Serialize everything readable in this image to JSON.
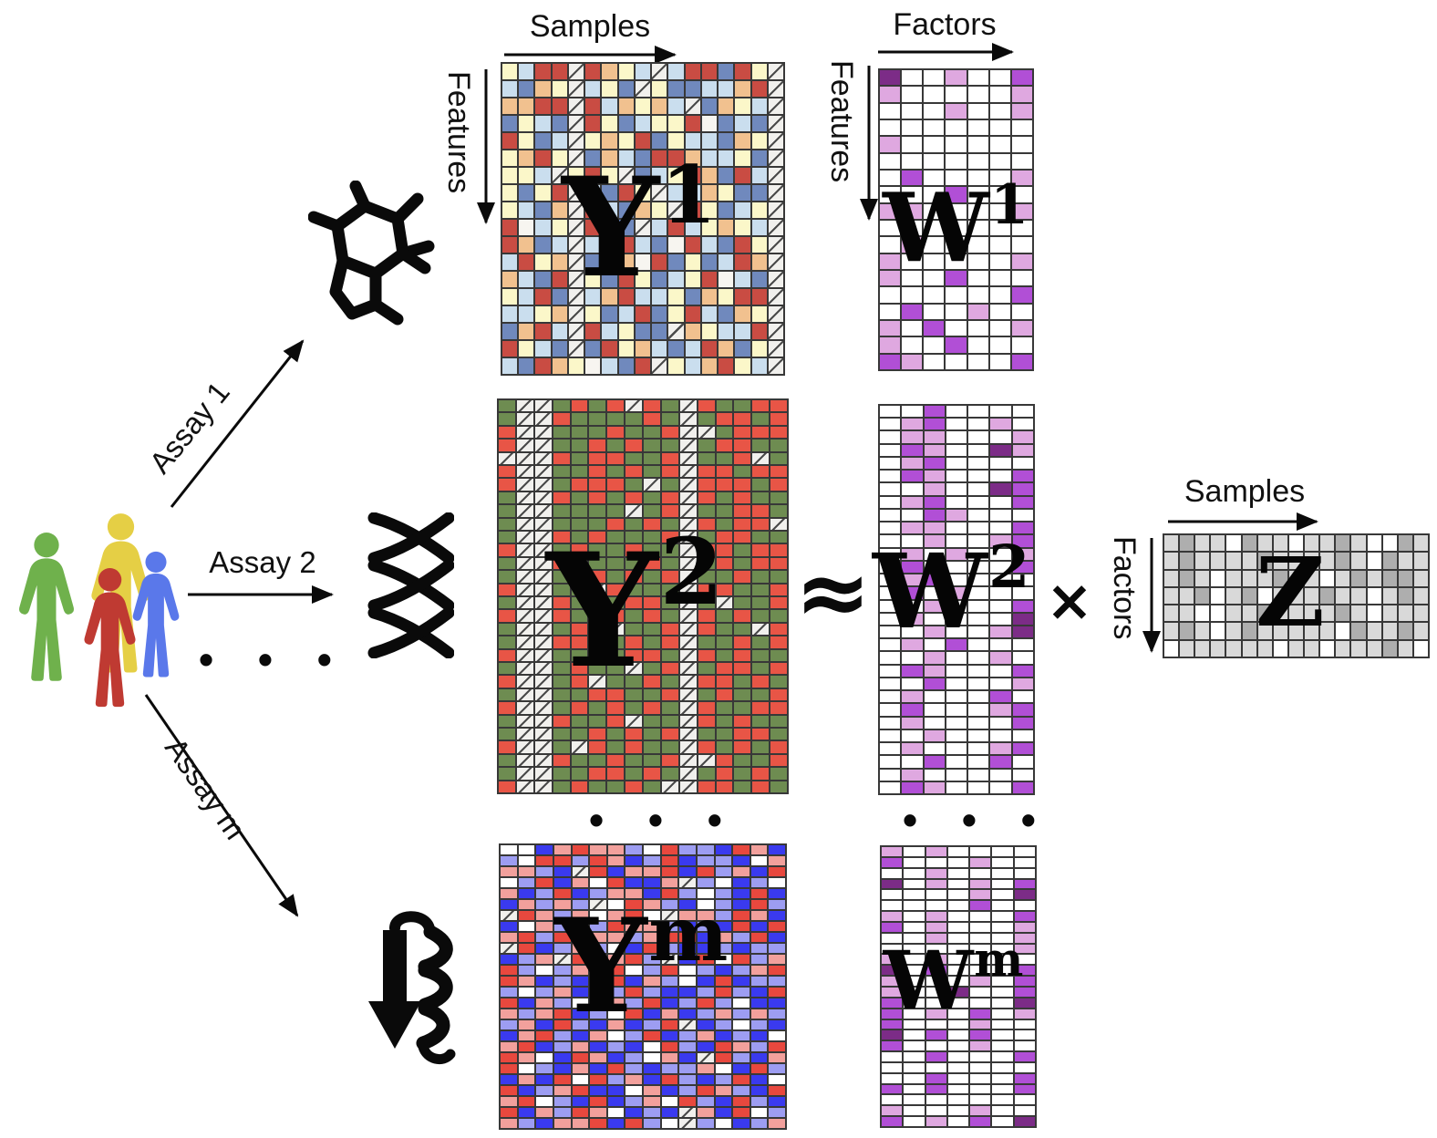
{
  "labels": {
    "samples_y1": "Samples",
    "features_y1": "Features",
    "factors_w1": "Factors",
    "features_w1": "Features",
    "samples_z": "Samples",
    "factors_z": "Factors",
    "assay1": "Assay 1",
    "assay2": "Assay 2",
    "assay_m": "Assay m"
  },
  "operators": {
    "approx": "≈",
    "times": "×"
  },
  "ellipsis": "• • •",
  "matrix_letters": {
    "y1": {
      "base": "Y",
      "sup": "1"
    },
    "w1": {
      "base": "W",
      "sup": "1"
    },
    "y2": {
      "base": "Y",
      "sup": "2"
    },
    "w2": {
      "base": "W",
      "sup": "2"
    },
    "ym": {
      "base": "Y",
      "sup": "m"
    },
    "wm": {
      "base": "W",
      "sup": "m"
    },
    "z": {
      "base": "Z",
      "sup": ""
    }
  },
  "icons": {
    "cohort": "people-icon",
    "assay1": "molecule-icon",
    "assay2": "dna-helix-icon",
    "assay_m": "protein-icon"
  },
  "colors": {
    "person_green": "#6fb14c",
    "person_yellow": "#e5cf45",
    "person_red": "#bf3a32",
    "person_blue": "#5a78ea",
    "arrow_black": "#0a0a0a"
  },
  "matrices": {
    "y1": {
      "cols": 17,
      "palette": {
        "r": "#c94c43",
        "o": "#f1c18f",
        "y": "#fbf7c9",
        "b": "#cadeee",
        "s": "#7089bd",
        "w": "#f7f5f0",
        "m": "hatch"
      },
      "rows": [
        "ybrrmroybmbrrsrym",
        "bsoymbysmyssbborm",
        "oorrmrboyobmsoybm",
        "sybsmrysbyyrwsbsm",
        "rysbmyoyrsybbsoym",
        "yorymsobsrrobbysm",
        "yybmyrymsbyrosrbm",
        "ysyrmbsrymbboyssm",
        "ybsomrbsoymrysbym",
        "rwbymrssmbrbyoybm",
        "rosbmbyrbswrbsrym",
        "bryomsbowrsysbrom",
        "obsrmysrysbyrwbsm",
        "ybrsmborbbysoyrrm",
        "bbyomysbrsyrbsoym",
        "sorbmrbyssmoybbrm",
        "rybsmsryobsbrosym",
        "bsroywbsrmyborybm"
      ]
    },
    "w1": {
      "cols": 7,
      "palette": {
        "w": "#ffffff",
        "L": "#dfa8e0",
        "M": "#b14fd6",
        "D": "#7c2c87"
      },
      "rows": [
        "DwwLwwM",
        "LwwwwwL",
        "wwwLwwL",
        "wwwwwww",
        "Lwwwwww",
        "wwwwwww",
        "wMwwwwL",
        "wwwMwww",
        "LLwwwwL",
        "wwwwwww",
        "wLwwwww",
        "LwwwwwL",
        "LwwMwww",
        "wwwwwwM",
        "wMwwLww",
        "LwMwwwL",
        "LwwMwww",
        "MLwwwwM"
      ]
    },
    "y2": {
      "cols": 16,
      "palette": {
        "g": "#6e8c51",
        "r": "#e85546",
        "m": "hatch"
      },
      "rows": [
        "gmmgrgrmrgmrggrr",
        "gmmrggggrgmgrrgr",
        "rmmgggrggrmmgrrr",
        "rmmggrgrggmgrrgg",
        "mmmrgrrggrmggrmg",
        "rmmggrgrgrmrrgrr",
        "rmmgrrrgmgmrrrgr",
        "gmmrgrgrgrmrgrgg",
        "gmmggggmgrmggrrg",
        "gmmgggrgrgmrgrrm",
        "gmmrgrgggrmgrrgg",
        "rmmgrggrggmrrgrr",
        "gmmrmgggrgmgrgrr",
        "gmmgrrgrgrmggrgg",
        "rmmggmrgggmrrggr",
        "gmmrgggrrgmgmggr",
        "rmmrggrgrgmrgrgg",
        "gmmgrgmggrmrggmr",
        "gmmrrggrgrmggrgr",
        "rmmggrgrrgmrgrgg",
        "gmmgrggmgrmgrrgr",
        "rmmgrmggrgmrrgrg",
        "gmmggrrggrmgrggr",
        "rmmgrgrgrgmrggrr",
        "gmmrggrmggmrgrgg",
        "gmmggrgrgrmggrrg",
        "rmmgmrgrggmrgrgr",
        "gmmrggrggrmmrggr",
        "gmmggrrgrgmgrgrg",
        "rmmgrggrgmmrrgrg"
      ]
    },
    "w2": {
      "cols": 7,
      "palette": {
        "w": "#ffffff",
        "L": "#dfa8e0",
        "M": "#b14fd6",
        "D": "#7c2c87"
      },
      "rows": [
        "wwMwwww",
        "wLMwwLw",
        "wLLwwwL",
        "wMLwwDL",
        "wLMwwww",
        "wMLwwwM",
        "wwLwwDM",
        "wLMwwwM",
        "wwMLwww",
        "wLLwwwM",
        "wwLwwLM",
        "wLwLwwL",
        "wMwwwwM",
        "wLMwwww",
        "wMwLwww",
        "wwLwwwM",
        "wLwwwwD",
        "wwLwwLD",
        "wLwMwww",
        "wwLwwLw",
        "wMLwwwM",
        "wwMwwwL",
        "wLwwwMw",
        "wMwwwLM",
        "wLwwwwM",
        "wwLwwww",
        "wLwwwLM",
        "wwMwwMw",
        "wLwwwww",
        "wMLwwwM"
      ]
    },
    "z": {
      "cols": 17,
      "palette": {
        "w": "#ffffff",
        "a": "#d9d9d9",
        "c": "#aeaeae"
      },
      "rows": [
        "acaawcaawaacawwca",
        "acaaaacaaaacawcaa",
        "acawaaacaawacacca",
        "aacwacwaaacaawaca",
        "aawwaacaaaacawaaa",
        "acawacaaaaawcaaca",
        "waaaaaawaawaaacaw"
      ]
    },
    "ym": {
      "cols": 16,
      "palette": {
        "B": "#3a3aef",
        "l": "#9d9df2",
        "p": "#f2a09c",
        "r": "#e8483e",
        "w": "#ffffff",
        "m": "hatch"
      },
      "rows": [
        "wwBprpplwrllBrpB",
        "lwrrlrpBlrBllBwp",
        "pplBmrBpprBrlpBr",
        "wlrBpwrBBpmlwBlw",
        "pBlrBlppBrlwlBrB",
        "BplplmwrplBwlBrl",
        "mrplpwprwmpplrpB",
        "BwplwlrpplBlBrBr",
        "prlrBpplprrBplrB",
        "mrBlplwBrlBBlBll",
        "BlpmrlprlmBrwrlp",
        "rlwlpBrwlrwlBlpr",
        "rpBlBwrBplwBrBll",
        "lwlpBplrlBBlrlBr",
        "rBplwBplrBlrlwBB",
        "plprBlwrBpBlplpl",
        "lpBrlBpBlrmBlwlB",
        "BprlBpwlrBlpBlBw",
        "prBlpBlBwrlBrplr",
        "rpwBrpBlwpBmrlBp",
        "rwlBpBrlBllpwBrl",
        "BpBrwrlpBrlBlrBw",
        "rBlprBBwpBlrplBr",
        "prwlBrBlpwrlBrlB",
        "rBplrpwBlBmpBrwl",
        "plBpprBrlwmlwBlp"
      ]
    },
    "wm": {
      "cols": 7,
      "palette": {
        "w": "#ffffff",
        "L": "#dfa8e0",
        "M": "#b14fd6",
        "D": "#7c2c87"
      },
      "rows": [
        "LwLwwww",
        "MwwwLww",
        "wwLwwww",
        "DwLwLwM",
        "wwwwLwD",
        "wwwwMww",
        "LwLwwwM",
        "MwLwwwL",
        "wwLwwwL",
        "wwwwwwL",
        "LwLwwww",
        "DwMwwwM",
        "LwwwLwM",
        "LwwDwwM",
        "MwwwwwD",
        "MwLwMwL",
        "MwwwLww",
        "DwMwMww",
        "MwwwLww",
        "wwMwwwM",
        "wwwwwww",
        "wwMwwwM",
        "MwMwwwM",
        "wwwwwww",
        "LwwwLww",
        "MwLwMwD"
      ]
    }
  }
}
